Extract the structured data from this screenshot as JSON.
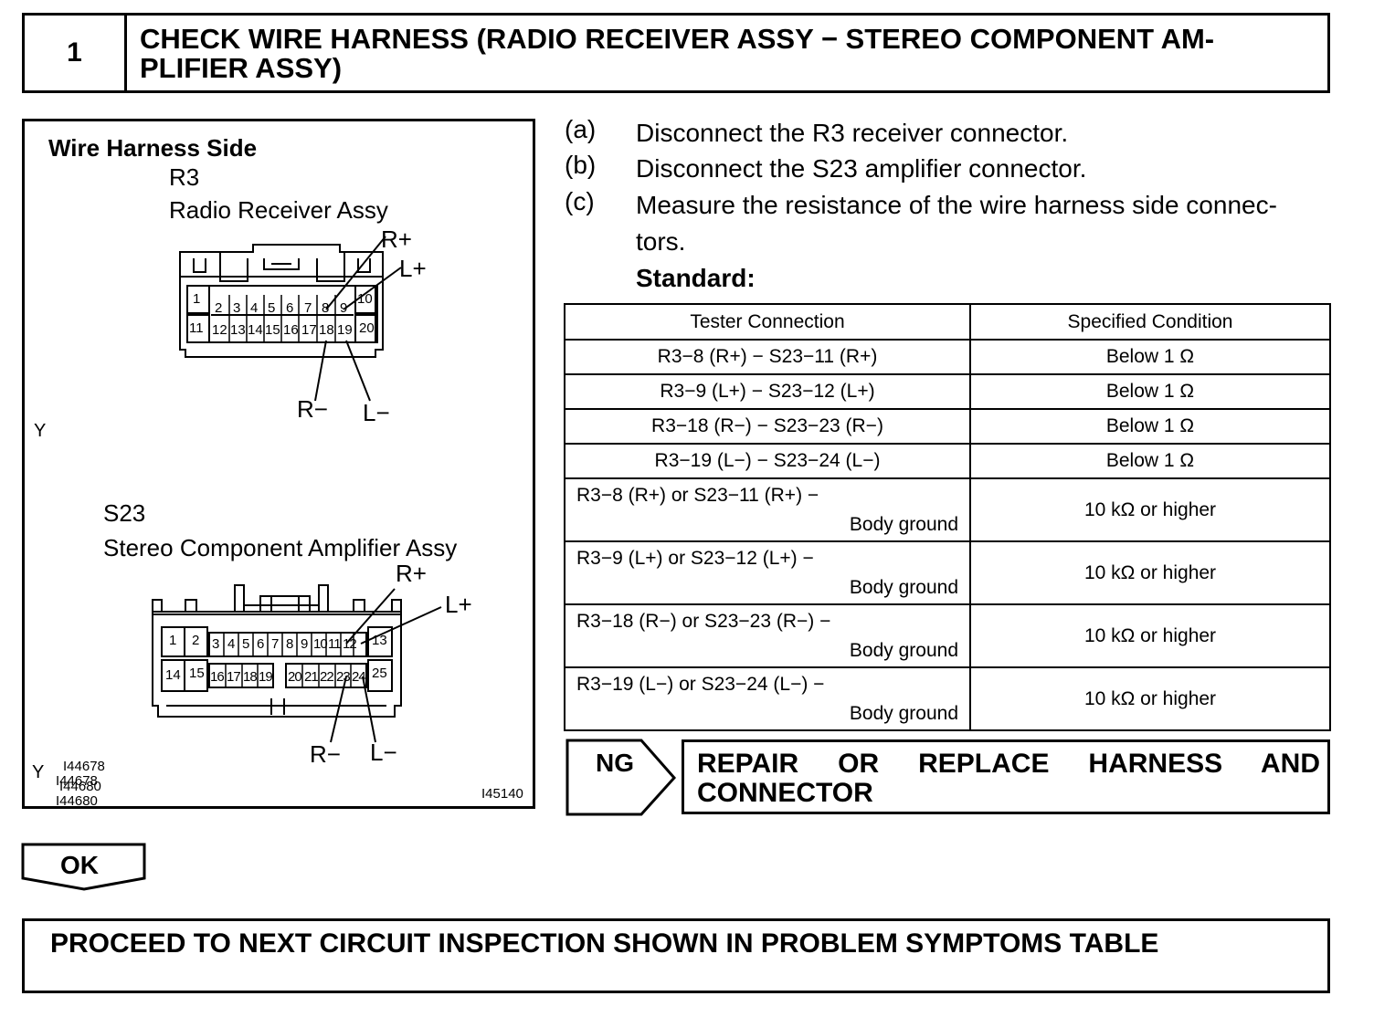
{
  "step": {
    "number": "1",
    "title": "CHECK WIRE HARNESS (RADIO RECEIVER ASSY − STEREO COMPONENT AMPLIFIER ASSY)",
    "title_line1": "CHECK WIRE HARNESS (RADIO RECEIVER ASSY − STEREO COMPONENT AM-",
    "title_line2": "PLIFIER ASSY)"
  },
  "diagram": {
    "heading": "Wire Harness Side",
    "r3": {
      "code": "R3",
      "name": "Radio Receiver Assy",
      "top_pins": [
        "1",
        "2",
        "3",
        "4",
        "5",
        "6",
        "7",
        "8",
        "9",
        "10"
      ],
      "bottom_pins": [
        "11",
        "12",
        "13",
        "14",
        "15",
        "16",
        "17",
        "18",
        "19",
        "20"
      ],
      "labels": {
        "r_plus": "R+",
        "l_plus": "L+",
        "r_minus": "R−",
        "l_minus": "L−"
      }
    },
    "s23": {
      "code": "S23",
      "name": "Stereo Component Amplifier Assy",
      "top_pins": [
        "1",
        "2",
        "3",
        "4",
        "5",
        "6",
        "7",
        "8",
        "9",
        "10",
        "11",
        "12",
        "13"
      ],
      "bottom_pins": [
        "14",
        "15",
        "16",
        "17",
        "18",
        "19",
        "20",
        "21",
        "22",
        "23",
        "24",
        "25"
      ],
      "labels": {
        "r_plus": "R+",
        "l_plus": "L+",
        "r_minus": "R−",
        "l_minus": "L−"
      }
    },
    "marker_y1": "Y",
    "marker_y2": "Y",
    "ref_ids": [
      "I44678",
      "I44678",
      "I44680",
      "I44680"
    ],
    "figure_id": "I45140"
  },
  "instructions": [
    {
      "letter": "(a)",
      "text": "Disconnect the R3 receiver connector."
    },
    {
      "letter": "(b)",
      "text": "Disconnect the S23 amplifier connector."
    },
    {
      "letter": "(c)",
      "text": "Measure the resistance of the wire harness side connectors.",
      "line1": "Measure the resistance of the wire harness side connec-",
      "line2": "tors."
    }
  ],
  "standard_label": "Standard:",
  "spec_table": {
    "headers": [
      "Tester Connection",
      "Specified Condition"
    ],
    "rows": [
      {
        "connection": "R3−8 (R+) − S23−11 (R+)",
        "condition": "Below 1 Ω"
      },
      {
        "connection": "R3−9 (L+) − S23−12 (L+)",
        "condition": "Below 1 Ω"
      },
      {
        "connection": "R3−18 (R−) − S23−23 (R−)",
        "condition": "Below 1 Ω"
      },
      {
        "connection": "R3−19 (L−) − S23−24 (L−)",
        "condition": "Below 1 Ω"
      },
      {
        "connection": "R3−8 (R+) or S23−11 (R+) −",
        "connection2": "Body ground",
        "condition": "10 kΩ or higher"
      },
      {
        "connection": "R3−9 (L+) or S23−12 (L+) −",
        "connection2": "Body ground",
        "condition": "10 kΩ or higher"
      },
      {
        "connection": "R3−18 (R−) or S23−23 (R−) −",
        "connection2": "Body ground",
        "condition": "10 kΩ or higher"
      },
      {
        "connection": "R3−19 (L−) or S23−24 (L−) −",
        "connection2": "Body ground",
        "condition": "10 kΩ or higher"
      }
    ]
  },
  "ng": {
    "label": "NG",
    "result": "REPAIR OR REPLACE HARNESS AND CONNECTOR"
  },
  "ok": {
    "label": "OK"
  },
  "final": {
    "text": "PROCEED TO NEXT CIRCUIT INSPECTION SHOWN IN PROBLEM SYMPTOMS TABLE"
  }
}
